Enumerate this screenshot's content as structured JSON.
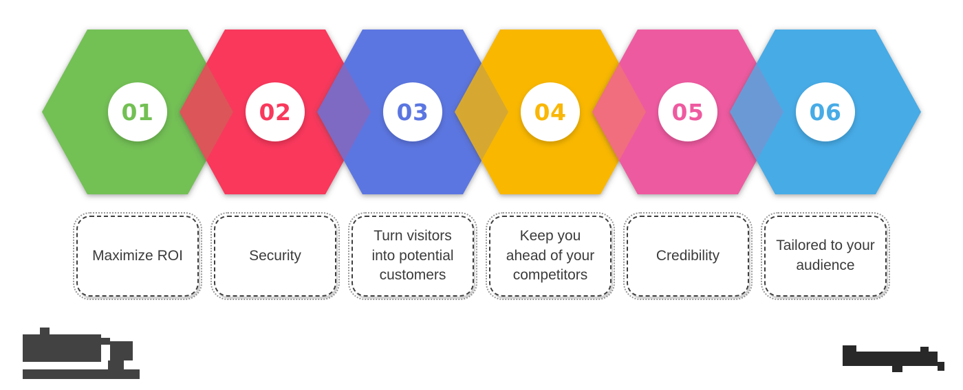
{
  "steps": [
    {
      "number": "01",
      "label": "Maximize ROI",
      "color": "#73c054"
    },
    {
      "number": "02",
      "label": "Security",
      "color": "#f9395c"
    },
    {
      "number": "03",
      "label": "Turn visitors into potential customers",
      "color": "#5b76e1"
    },
    {
      "number": "04",
      "label": "Keep you ahead of your competitors",
      "color": "#f9b706"
    },
    {
      "number": "05",
      "label": "Credibility",
      "color": "#ee5aa0"
    },
    {
      "number": "06",
      "label": "Tailored to your audience",
      "color": "#47abe6"
    }
  ],
  "circle_fill": "#ffffff",
  "card_text_color": "#3b3b3b",
  "watermarks": {
    "left": {
      "color": "#424242",
      "blocks": [
        [
          58,
          477,
          14,
          11
        ],
        [
          33,
          487,
          114,
          40
        ],
        [
          147,
          492,
          13,
          10
        ],
        [
          160,
          497,
          33,
          28
        ],
        [
          157,
          525,
          23,
          13
        ],
        [
          33,
          538,
          170,
          14
        ]
      ]
    },
    "right": {
      "color": "#282828",
      "blocks": [
        [
          1225,
          503,
          20,
          30
        ],
        [
          1245,
          512,
          118,
          21
        ],
        [
          1338,
          505,
          12,
          8
        ],
        [
          1297,
          533,
          15,
          9
        ],
        [
          1363,
          527,
          10,
          13
        ]
      ]
    }
  }
}
